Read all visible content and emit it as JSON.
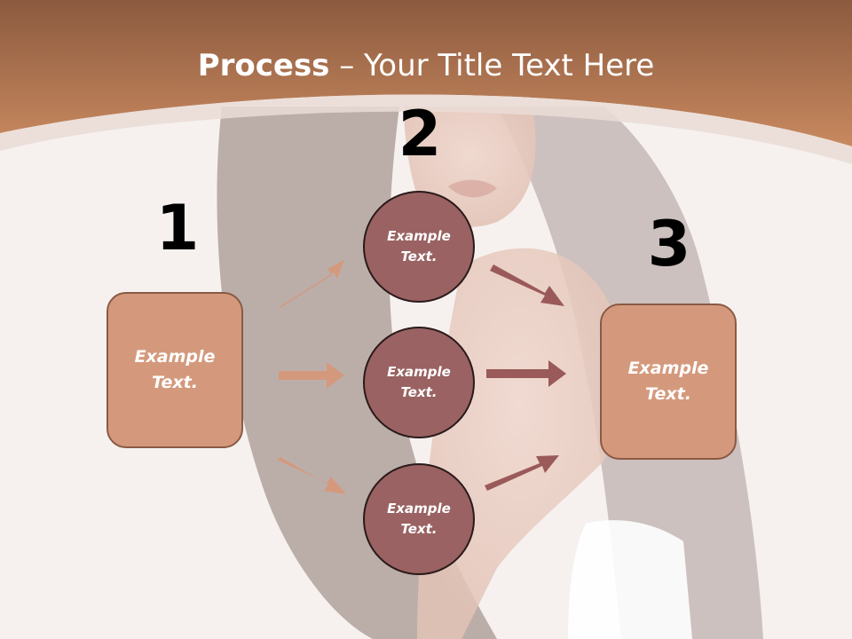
{
  "slide": {
    "title_bold": "Process",
    "title_rest": " – Your Title Text Here",
    "step_numbers": [
      "1",
      "2",
      "3"
    ],
    "left_box": "Example Text.",
    "right_box": "Example Text.",
    "circles": [
      "Example Text.",
      "Example Text.",
      "Example Text."
    ]
  },
  "colors": {
    "header": "#c1835f",
    "box_fill": "#d4997c",
    "circle_fill": "#9a6262",
    "arrow_left": "#d4997c",
    "arrow_right": "#9a5a5a"
  },
  "icons": {
    "background": "woman-with-long-dark-hair-photo"
  }
}
